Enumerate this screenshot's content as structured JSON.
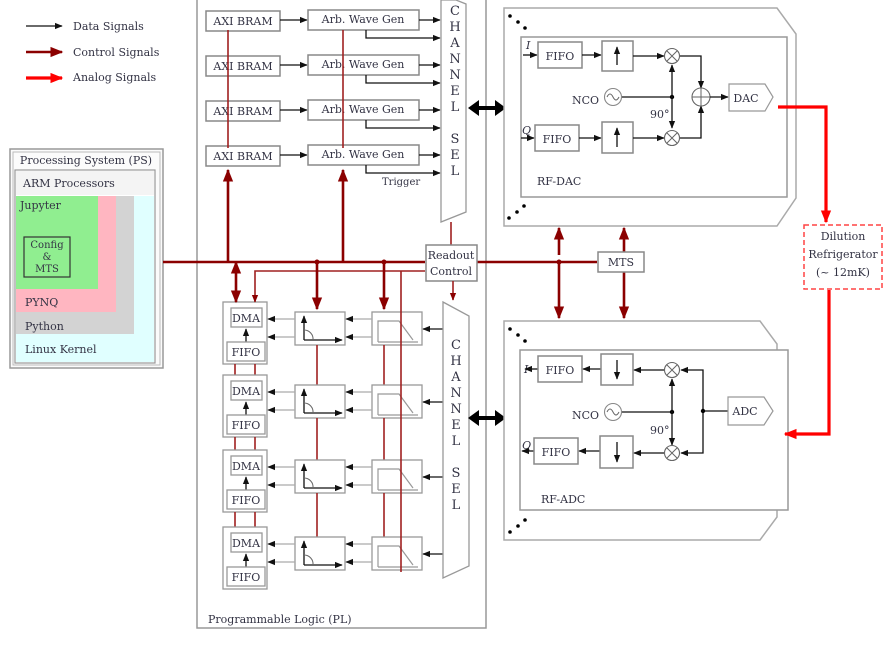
{
  "legend": {
    "items": [
      {
        "label": "Data Signals",
        "color": "#111111"
      },
      {
        "label": "Control Signals",
        "color": "#8b0000"
      },
      {
        "label": "Analog Signals",
        "color": "#ff0000"
      }
    ]
  },
  "ps": {
    "title": "Processing System (PS)",
    "arm": "ARM Processors",
    "jupyter": "Jupyter",
    "config_lines": [
      "Config",
      "&",
      "MTS"
    ],
    "pynq": "PYNQ",
    "python": "Python",
    "linux": "Linux Kernel",
    "colors": {
      "jupyter": "#90ee90",
      "pynq": "#ffb6c1",
      "python": "#d3d3d3",
      "linux": "#e0ffff",
      "arm": "#f4f4f4"
    }
  },
  "pl": {
    "title": "Programmable Logic (PL)",
    "axi_bram": "AXI BRAM",
    "awg": "Arb. Wave Gen",
    "trigger": "Trigger",
    "channel_sel_letters": [
      "C",
      "H",
      "A",
      "N",
      "N",
      "E",
      "L",
      "",
      "S",
      "E",
      "L"
    ],
    "readout_lines": [
      "Readout",
      "Control"
    ],
    "dma": "DMA",
    "fifo": "FIFO",
    "tx_rows": 4,
    "rx_rows": 4
  },
  "rf_dac": {
    "title": "RF-DAC",
    "i_label": "I",
    "q_label": "Q",
    "fifo": "FIFO",
    "nco": "NCO",
    "phase": "90°",
    "converter": "DAC"
  },
  "rf_adc": {
    "title": "RF-ADC",
    "i_label": "I",
    "q_label": "Q",
    "fifo": "FIFO",
    "nco": "NCO",
    "phase": "90°",
    "converter": "ADC"
  },
  "mts": "MTS",
  "fridge": {
    "lines": [
      "Dilution",
      "Refrigerator",
      "(~ 12mK)"
    ],
    "color": "#ff4444"
  }
}
